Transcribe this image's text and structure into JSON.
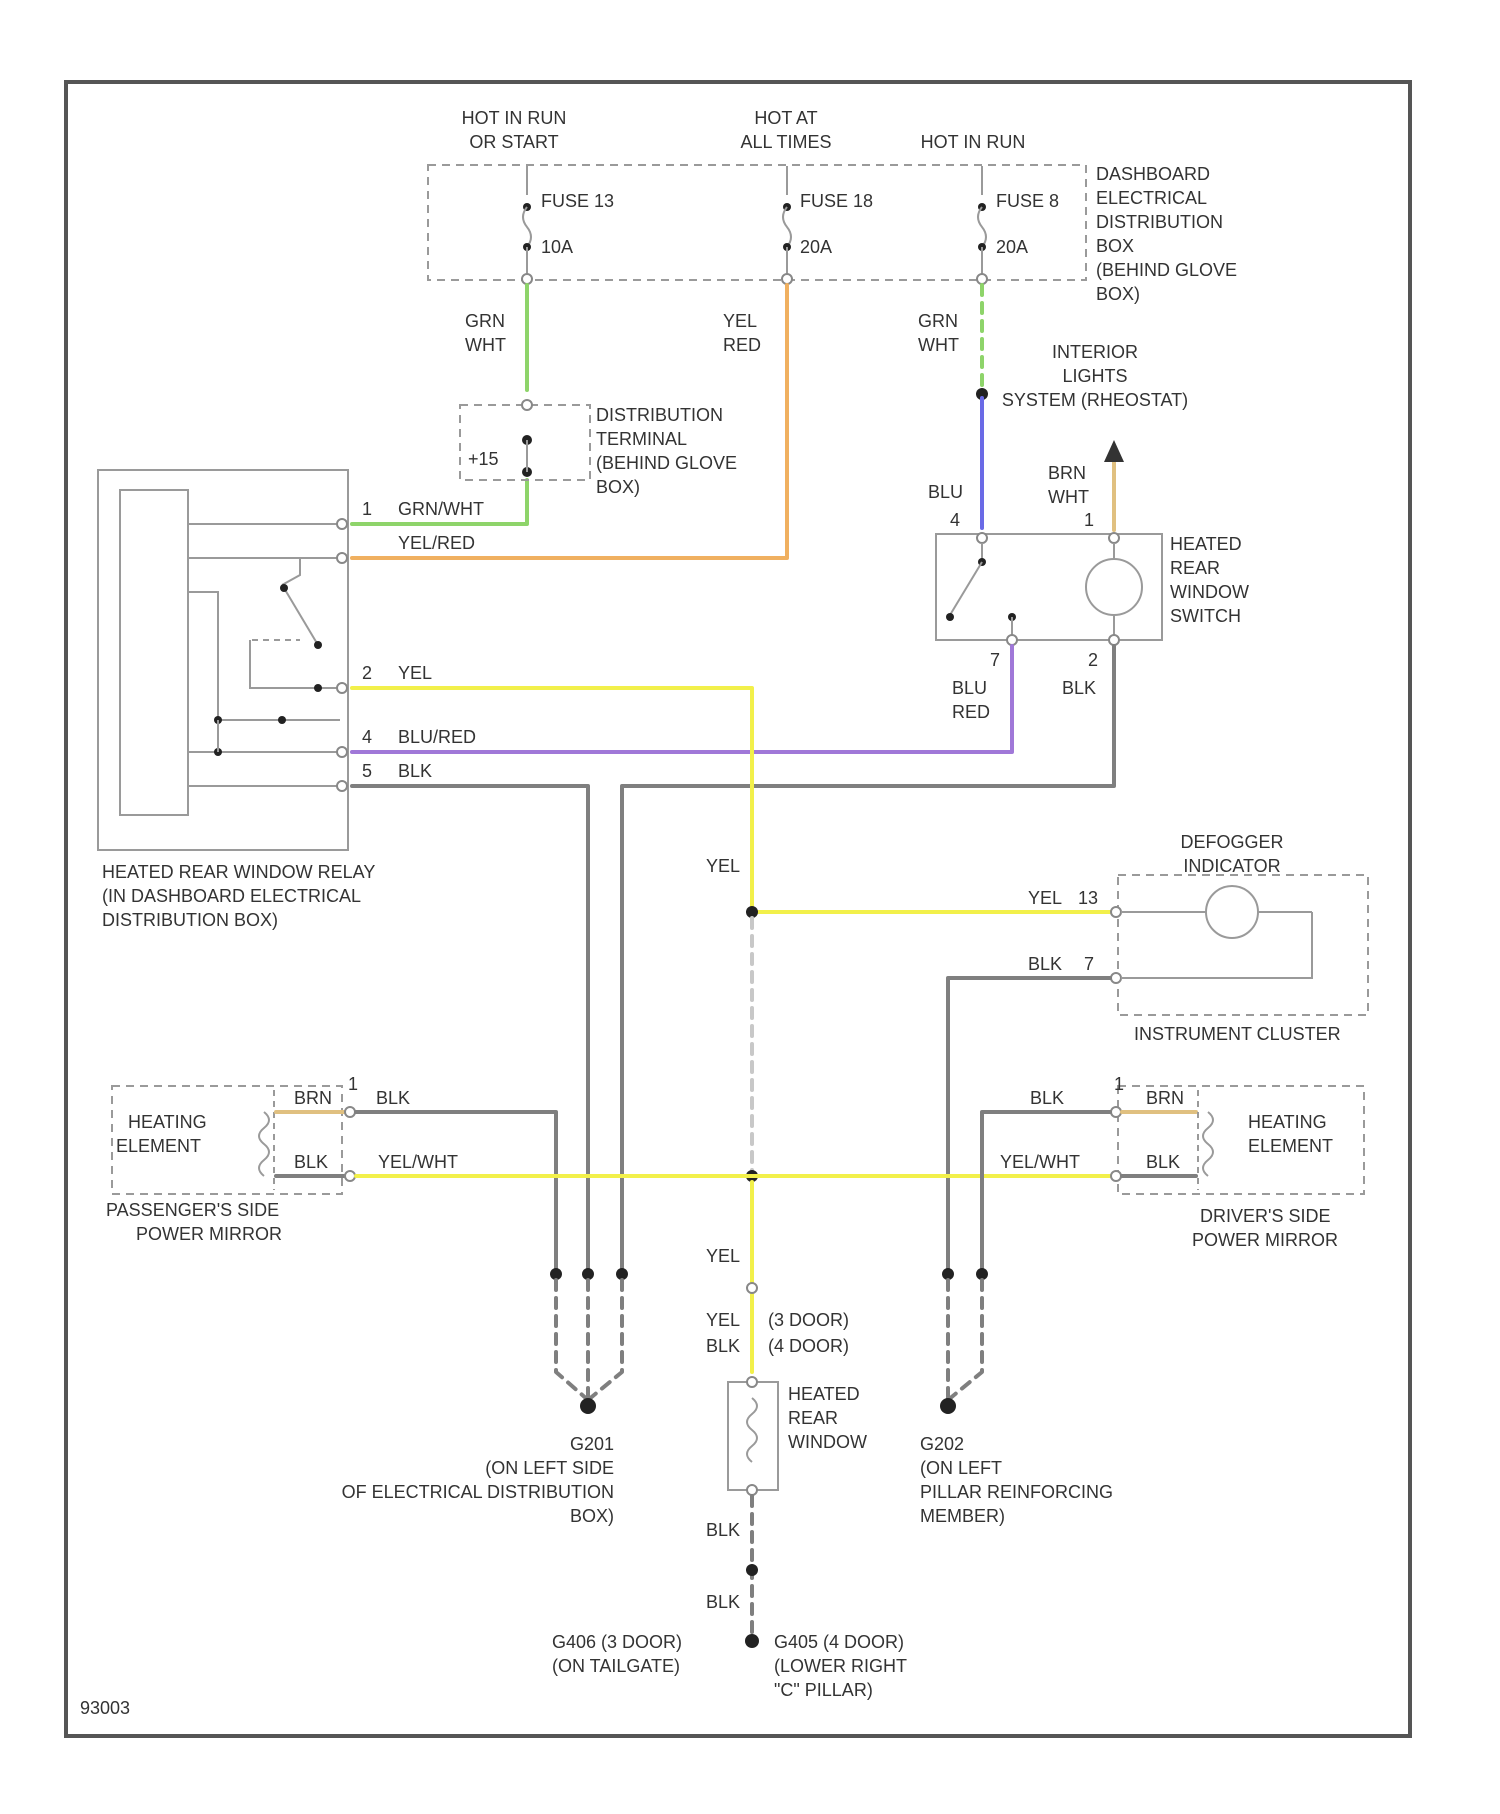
{
  "colors": {
    "grn_wht": "#8ed46a",
    "yel_red": "#f0b060",
    "blu": "#6a6ae6",
    "blu_red": "#a078d8",
    "yel": "#f2f04a",
    "gray": "#7f7f7f",
    "brn": "#e0c080",
    "dim": "#c8c8c8"
  },
  "fuse_box": {
    "feeds": [
      {
        "lines": [
          "HOT IN RUN",
          "OR START"
        ]
      },
      {
        "lines": [
          "HOT AT",
          "ALL TIMES"
        ]
      },
      {
        "lines": [
          "HOT IN RUN"
        ]
      }
    ],
    "fuses": [
      {
        "name": "FUSE 13",
        "rating": "10A"
      },
      {
        "name": "FUSE 18",
        "rating": "20A"
      },
      {
        "name": "FUSE 8",
        "rating": "20A"
      }
    ],
    "label": [
      "DASHBOARD",
      "ELECTRICAL",
      "DISTRIBUTION",
      "BOX",
      "(BEHIND GLOVE",
      "BOX)"
    ]
  },
  "wires": {
    "grn_wht": [
      "GRN",
      "WHT"
    ],
    "yel_red": [
      "YEL",
      "RED"
    ],
    "grn_wht_2": [
      "GRN",
      "WHT"
    ],
    "blu": "BLU",
    "brn_wht": [
      "BRN",
      "WHT"
    ],
    "blu_red": [
      "BLU",
      "RED"
    ],
    "blk": "BLK",
    "yel_a": "YEL",
    "yel_b": "YEL",
    "yel_c": "YEL",
    "yel_door": "YEL",
    "blk_door": "BLK",
    "door_a": "(3 DOOR)",
    "door_b": "(4 DOOR)",
    "blk_bottom_a": "BLK",
    "blk_bottom_b": "BLK"
  },
  "interior_lights": [
    "INTERIOR",
    "LIGHTS",
    "SYSTEM (RHEOSTAT)"
  ],
  "dist_terminal": {
    "label": [
      "DISTRIBUTION",
      "TERMINAL",
      "(BEHIND GLOVE",
      "BOX)"
    ],
    "tag": "+15"
  },
  "relay": {
    "label": [
      "HEATED REAR WINDOW RELAY",
      "(IN DASHBOARD ELECTRICAL",
      "DISTRIBUTION BOX)"
    ],
    "pins": [
      {
        "num": "1",
        "wire": "GRN/WHT"
      },
      {
        "num": "",
        "wire": "YEL/RED"
      },
      {
        "num": "2",
        "wire": "YEL"
      },
      {
        "num": "4",
        "wire": "BLU/RED"
      },
      {
        "num": "5",
        "wire": "BLK"
      }
    ]
  },
  "switch": {
    "label": [
      "HEATED",
      "REAR",
      "WINDOW",
      "SWITCH"
    ],
    "pin_top_left": "4",
    "pin_top_right": "1",
    "pin_bottom_left": "7",
    "pin_bottom_right": "2"
  },
  "indicator": {
    "title": [
      "DEFOGGER",
      "INDICATOR"
    ],
    "pin_yel": "YEL",
    "pin_yel_num": "13",
    "pin_blk": "BLK",
    "pin_blk_num": "7",
    "cluster": "INSTRUMENT CLUSTER"
  },
  "passenger_mirror": {
    "element": [
      "HEATING",
      "ELEMENT"
    ],
    "label": [
      "PASSENGER'S SIDE",
      "POWER MIRROR"
    ],
    "wire_top": "BRN",
    "wire_bottom": "BLK",
    "pin": "1",
    "out_top": "BLK",
    "out_bottom": "YEL/WHT"
  },
  "driver_mirror": {
    "element": [
      "HEATING",
      "ELEMENT"
    ],
    "label": [
      "DRIVER'S SIDE",
      "POWER MIRROR"
    ],
    "wire_top": "BRN",
    "wire_bottom": "BLK",
    "pin": "1",
    "in_top": "BLK",
    "in_bottom": "YEL/WHT"
  },
  "rear_window": {
    "label": [
      "HEATED",
      "REAR",
      "WINDOW"
    ]
  },
  "grounds": {
    "g201": [
      "G201",
      "(ON LEFT SIDE",
      "OF ELECTRICAL DISTRIBUTION",
      "BOX)"
    ],
    "g202": [
      "G202",
      "(ON LEFT",
      "PILLAR REINFORCING",
      "MEMBER)"
    ],
    "g406": [
      "G406 (3 DOOR)",
      "(ON TAILGATE)"
    ],
    "g405": [
      "G405 (4 DOOR)",
      "(LOWER RIGHT",
      "\"C\" PILLAR)"
    ]
  },
  "figure_id": "93003"
}
